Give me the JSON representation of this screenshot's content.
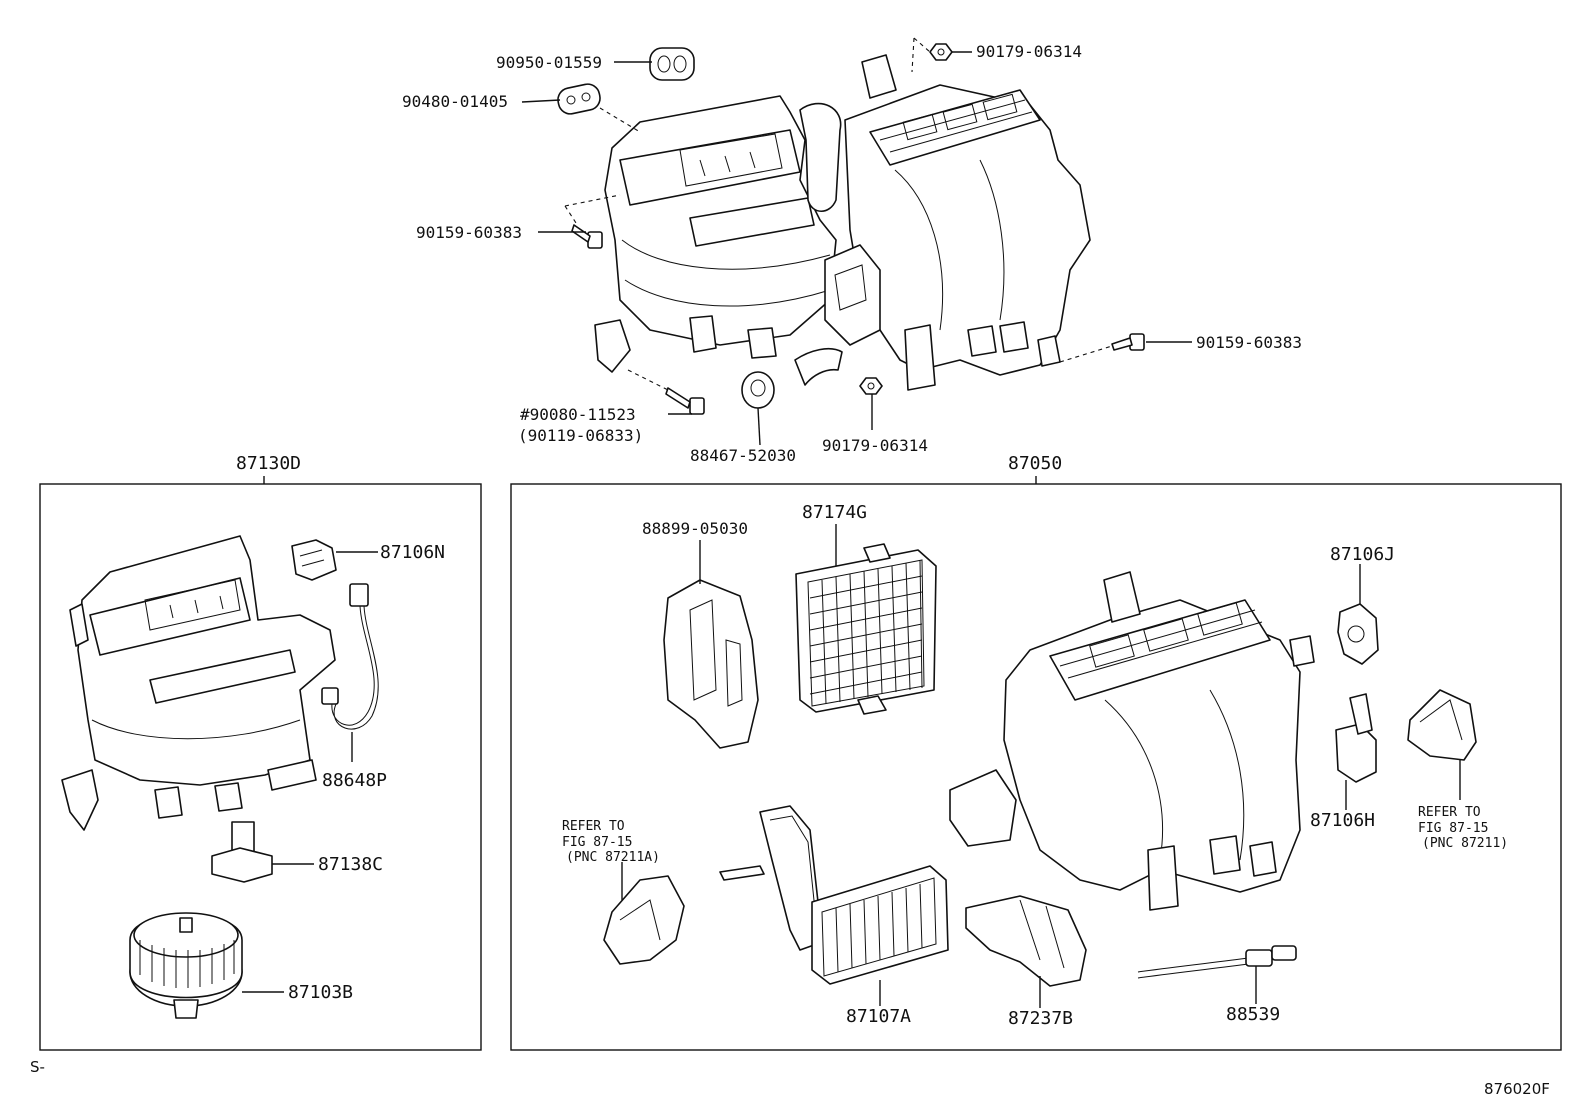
{
  "top_parts": [
    {
      "id": "p1",
      "label": "90950-01559"
    },
    {
      "id": "p2",
      "label": "90480-01405"
    },
    {
      "id": "p3",
      "label": "90179-06314"
    },
    {
      "id": "p4",
      "label": "90159-60383"
    },
    {
      "id": "p5",
      "label": "90159-60383"
    },
    {
      "id": "p6",
      "label": "#90080-11523"
    },
    {
      "id": "p7",
      "label": "(90119-06833)"
    },
    {
      "id": "p8",
      "label": "88467-52030"
    },
    {
      "id": "p9",
      "label": "90179-06314"
    }
  ],
  "left_group": {
    "title": "87130D",
    "parts": [
      {
        "label": "87106N"
      },
      {
        "label": "88648P"
      },
      {
        "label": "87138C"
      },
      {
        "label": "87103B"
      }
    ]
  },
  "right_group": {
    "title": "87050",
    "parts": [
      {
        "label": "88899-05030"
      },
      {
        "label": "87174G"
      },
      {
        "label": "87106J"
      },
      {
        "label": "87106H"
      },
      {
        "label": "87107A"
      },
      {
        "label": "87237B"
      },
      {
        "label": "88539"
      }
    ],
    "refs": [
      {
        "line1": "REFER TO",
        "line2": "FIG 87-15",
        "line3": "(PNC 87211A)"
      },
      {
        "line1": "REFER TO",
        "line2": "FIG 87-15",
        "line3": "(PNC 87211)"
      }
    ]
  },
  "footer": {
    "left": "S-",
    "right": "876020F"
  }
}
